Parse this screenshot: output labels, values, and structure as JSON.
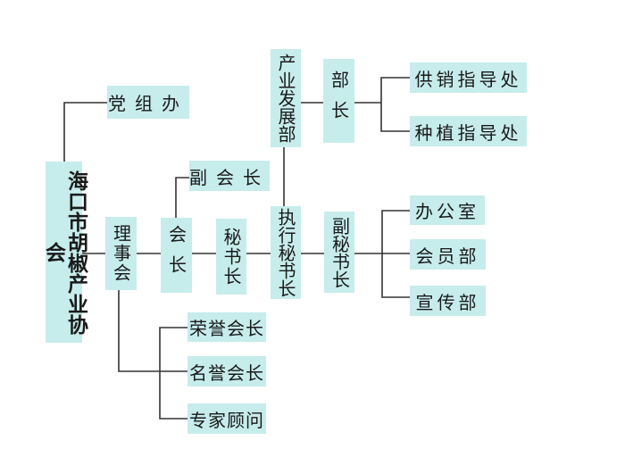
{
  "diagram": {
    "title": "海口市胡椒产业协会",
    "nodes": {
      "root": "海口市胡椒产业协会",
      "party_office": "党组办",
      "council": "理事会",
      "president": "会长",
      "vice_president": "副会长",
      "secretary_general": "秘书长",
      "executive_secretary": "执行秘书长",
      "industry_dept": "产业发展部",
      "minister": "部长",
      "supply_sales": "供销指导处",
      "planting": "种植指导处",
      "deputy_secretary": "副秘书长",
      "office": "办公室",
      "membership": "会员部",
      "publicity": "宣传部",
      "honorary_president": "荣誉会长",
      "emeritus_president": "名誉会长",
      "expert_advisor": "专家顾问"
    },
    "colors": {
      "box_fill": "#c7ecec",
      "line": "#333333",
      "text": "#1a1a1a"
    }
  }
}
